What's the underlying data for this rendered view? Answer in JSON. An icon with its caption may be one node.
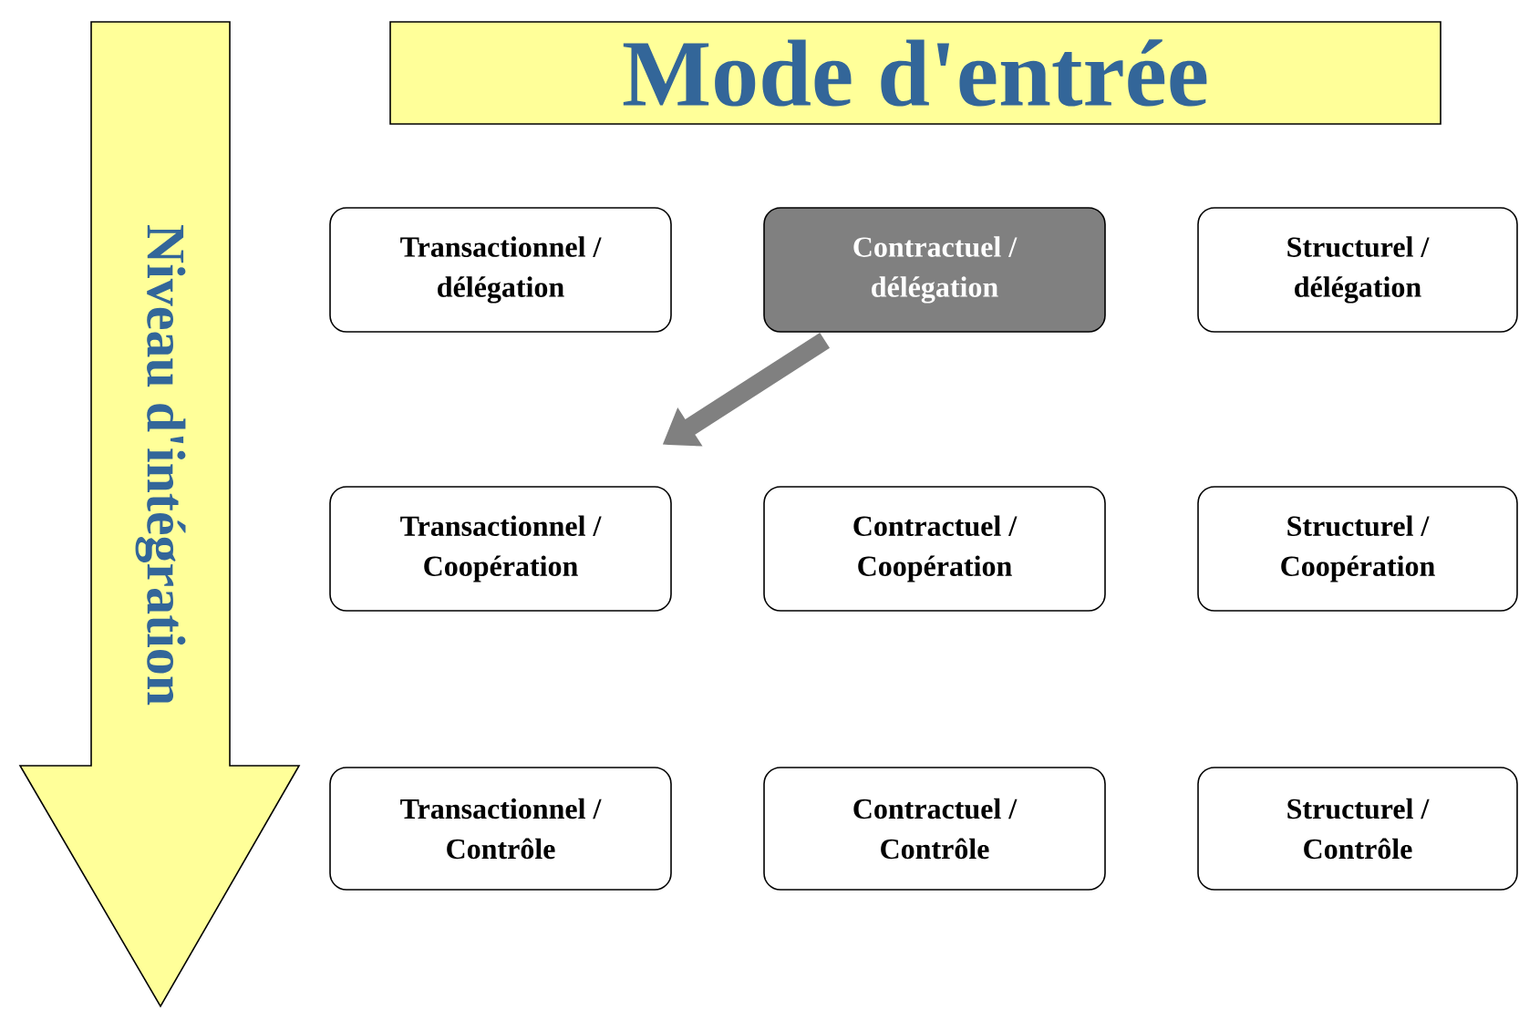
{
  "diagram": {
    "title": "Mode d'entrée",
    "nodes": [
      {
        "text": [
          "Transactionnel / délégation"
        ]
      },
      {
        "text": [
          "Contractuel / délégation"
        ]
      },
      {
        "text": [
          "Structurel / délégation"
        ]
      },
      {
        "text": [
          "Transactionnel / Coopération"
        ]
      },
      {
        "text": [
          "Contractuel / Coopération"
        ]
      },
      {
        "text": [
          "Structurel / Coopération"
        ]
      },
      {
        "text": [
          "Transactionnel / Contrôle"
        ]
      },
      {
        "text": [
          "Contractuel / Contrôle"
        ]
      },
      {
        "text": [
          "Structurel / Contrôle"
        ]
      }
    ],
    "edges": [
      {
        "from": 1,
        "to": 3,
        "arrow": "to"
      }
    ],
    "labels": [
      "Niveau d'intégration"
    ]
  }
}
